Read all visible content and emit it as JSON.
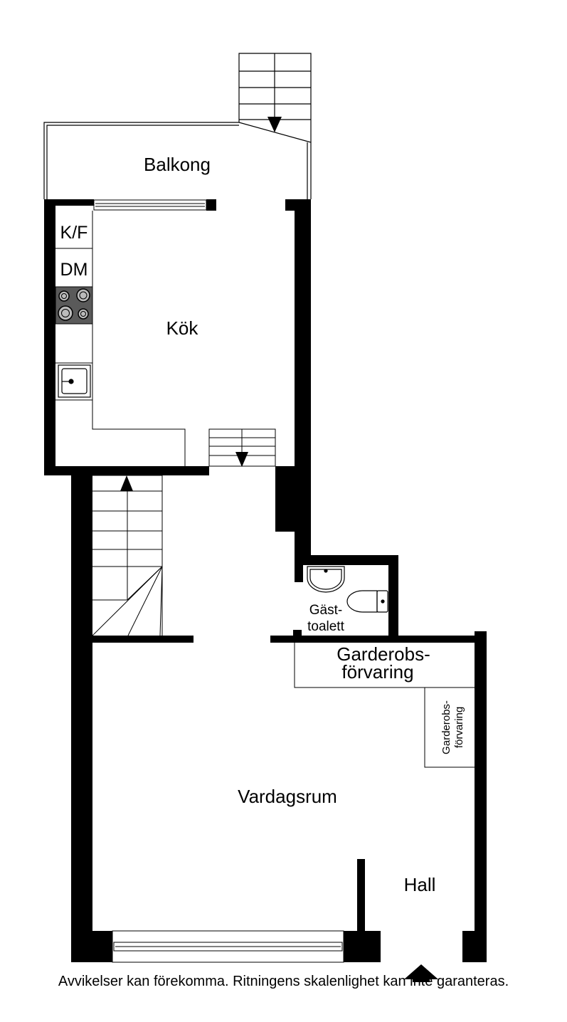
{
  "rooms": {
    "balkong": "Balkong",
    "kok": "Kök",
    "kf": "K/F",
    "dm": "DM",
    "gasttoalett_1": "Gäst-",
    "gasttoalett_2": "toalett",
    "garderob_1": "Garderobs-",
    "garderob_2": "förvaring",
    "garderob_vertical_1": "Garderobs-",
    "garderob_vertical_2": "förvaring",
    "vardagsrum": "Vardagsrum",
    "hall": "Hall"
  },
  "disclaimer": "Avvikelser kan förekomma. Ritningens skalenlighet kan inte garanteras.",
  "colors": {
    "wall": "#000000",
    "line": "#000000",
    "stove": "#5a5a5a",
    "background": "#ffffff"
  },
  "icons": [
    "stair-arrow-down-icon",
    "stair-arrow-up-icon",
    "entrance-arrow-icon",
    "sink-icon",
    "toilet-icon",
    "stove-icon"
  ]
}
